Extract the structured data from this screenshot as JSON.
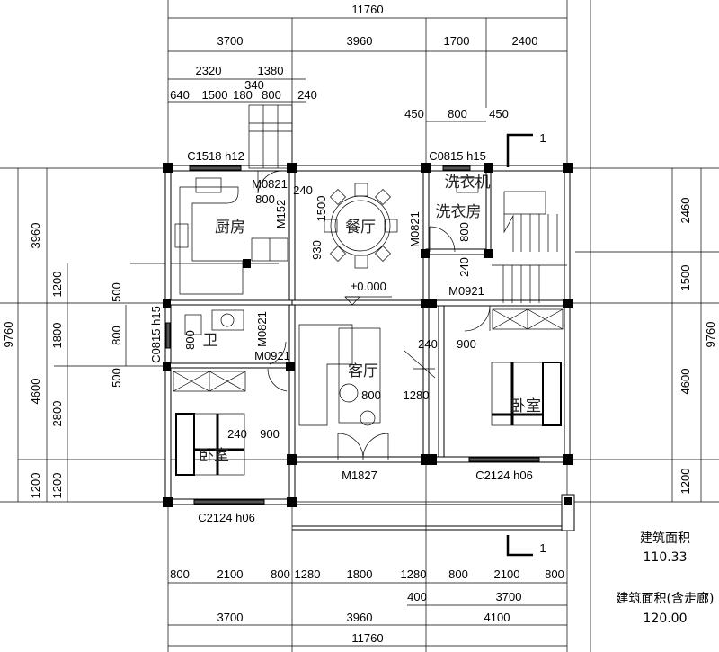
{
  "dimensions": {
    "top_total": "11760",
    "top_row1": [
      "3700",
      "3960",
      "1700",
      "2400"
    ],
    "top_row2": [
      "2320",
      "1380"
    ],
    "top_340": "340",
    "top_row3": [
      "640",
      "1500",
      "180",
      "800",
      "240"
    ],
    "laundry_row": [
      "450",
      "800",
      "450"
    ],
    "left_outer": "9760",
    "left_col2": [
      "3960",
      "4600",
      "1200"
    ],
    "left_col3": [
      "1200",
      "1800",
      "2800",
      "1200"
    ],
    "left_col4": [
      "500",
      "800",
      "500"
    ],
    "right_col": [
      "2460",
      "1500",
      "4600",
      "1200"
    ],
    "right_outer": "9760",
    "bottom_row1": [
      "800",
      "2100",
      "800",
      "1280",
      "1800",
      "1280",
      "800",
      "2100",
      "800"
    ],
    "bottom_row2": [
      "400",
      "3700"
    ],
    "bottom_row3": [
      "3700",
      "3960",
      "4100"
    ],
    "bottom_total": "11760",
    "inner": {
      "kitchen_door_w": "800",
      "kitchen_wall": "240",
      "dining_1500": "1500",
      "dining_930": "930",
      "laundry_800": "800",
      "laundry_240": "240",
      "bath_800": "800",
      "bedroom_l_240": "240",
      "bedroom_l_900": "900",
      "bedroom_r_240": "240",
      "bedroom_r_900": "900",
      "living_800": "800",
      "living_1280": "1280"
    }
  },
  "openings": {
    "kitchen_window": "C1518 h12",
    "laundry_window": "C0815 h15",
    "kitchen_door": "M0821",
    "kitchen_slide": "M152",
    "laundry_door": "M0821",
    "stair_door": "M0921",
    "bath_window": "C0815 h15",
    "bath_door": "M0821",
    "bedroom_l_door": "M0921",
    "entry_door": "M1827",
    "bedroom_r_window": "C2124 h06",
    "bedroom_l_window": "C2124 h06"
  },
  "elevation": "±0.000",
  "rooms": {
    "kitchen": "厨房",
    "dining": "餐厅",
    "laundry": "洗衣房",
    "washer": "洗衣机",
    "bath": "卫",
    "living": "客厅",
    "bedroom_right": "卧室",
    "bedroom_left": "卧室"
  },
  "section_mark": "1",
  "area": {
    "label1": "建筑面积",
    "value1": "110.33",
    "label2": "建筑面积(含走廊)",
    "value2": "120.00"
  }
}
